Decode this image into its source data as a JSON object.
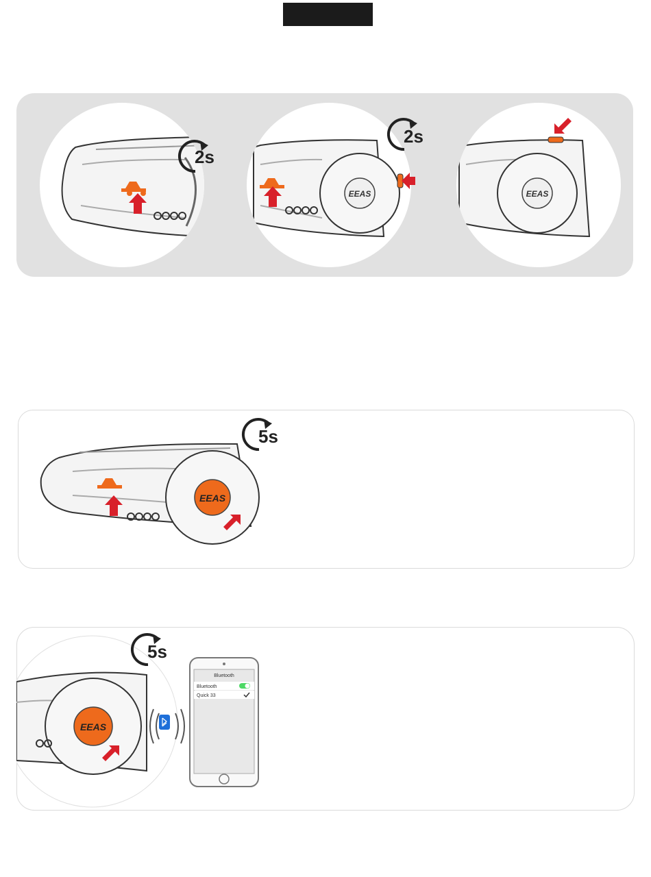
{
  "brand": {
    "logo_text": "EEAS"
  },
  "timers": {
    "t1": "2s",
    "t2": "2s",
    "t3": "5s",
    "t4": "5s"
  },
  "phone": {
    "title": "Bluetooth",
    "rows": [
      {
        "label": "Bluetooth",
        "value": "toggle-on"
      },
      {
        "label": "Quick 33",
        "value": "checkmark"
      }
    ]
  },
  "colors": {
    "accent_orange": "#ee6a1c",
    "arrow_red": "#d8202a",
    "panel_gray": "#e1e1e1",
    "header_black": "#1b1b1b"
  }
}
